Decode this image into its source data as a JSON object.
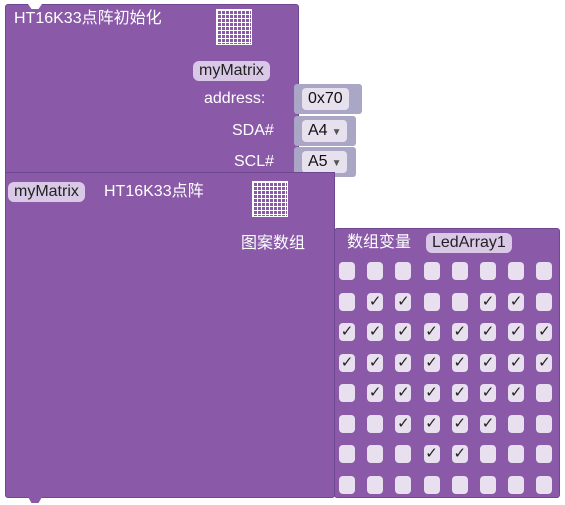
{
  "init_block": {
    "title": "HT16K33点阵初始化",
    "variable": "myMatrix",
    "address_label": "address:",
    "address_value": "0x70",
    "sda_label": "SDA#",
    "sda_value": "A4",
    "scl_label": "SCL#",
    "scl_value": "A5",
    "icon": "dot-matrix-icon"
  },
  "draw_block": {
    "variable": "myMatrix",
    "title": "HT16K33点阵",
    "pattern_label": "图案数组",
    "icon": "dot-matrix-icon"
  },
  "array_block": {
    "label": "数组变量",
    "variable": "LedArray1",
    "check_mark": "✓",
    "rows": [
      [
        0,
        0,
        0,
        0,
        0,
        0,
        0,
        0
      ],
      [
        0,
        1,
        1,
        0,
        0,
        1,
        1,
        0
      ],
      [
        1,
        1,
        1,
        1,
        1,
        1,
        1,
        1
      ],
      [
        1,
        1,
        1,
        1,
        1,
        1,
        1,
        1
      ],
      [
        0,
        1,
        1,
        1,
        1,
        1,
        1,
        0
      ],
      [
        0,
        0,
        1,
        1,
        1,
        1,
        0,
        0
      ],
      [
        0,
        0,
        0,
        1,
        1,
        0,
        0,
        0
      ],
      [
        0,
        0,
        0,
        0,
        0,
        0,
        0,
        0
      ]
    ]
  },
  "colors": {
    "block": "#8a5aa8",
    "pill": "#d9c9e6",
    "field": "#e6e1ec"
  }
}
